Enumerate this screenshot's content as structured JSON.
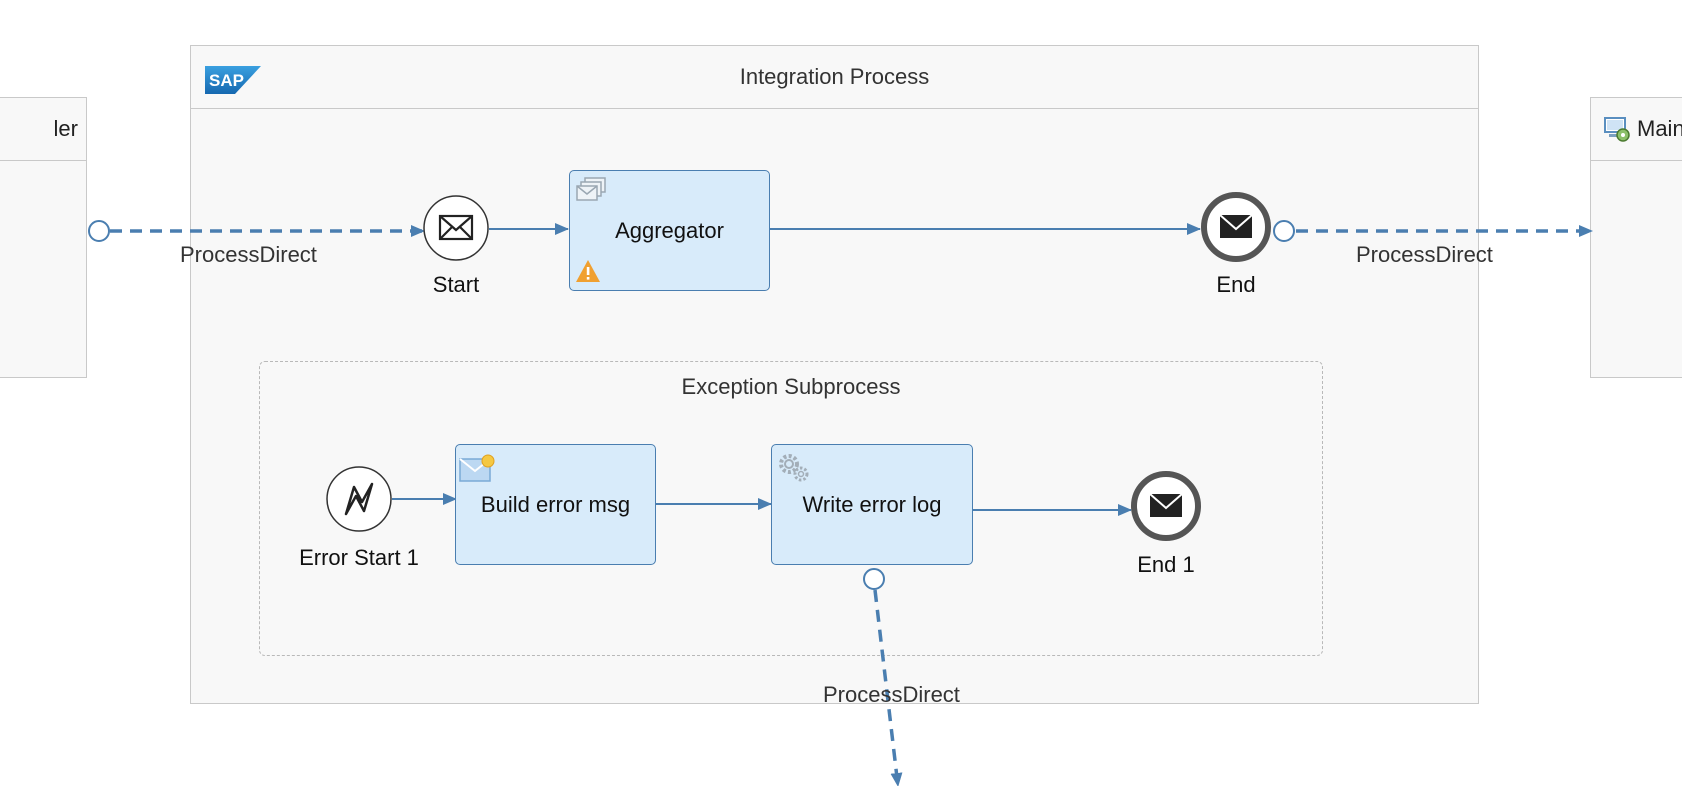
{
  "pool": {
    "title": "Integration Process"
  },
  "sender": {
    "name_partial": "ler"
  },
  "receiver": {
    "name_partial": "Main"
  },
  "subprocess": {
    "title": "Exception Subprocess"
  },
  "events": {
    "start": "Start",
    "end": "End",
    "error_start": "Error Start 1",
    "end1": "End 1"
  },
  "tasks": {
    "aggregator": "Aggregator",
    "build_error": "Build error msg",
    "write_log": "Write error log"
  },
  "flows": {
    "in": "ProcessDirect",
    "out": "ProcessDirect",
    "down": "ProcessDirect"
  },
  "colors": {
    "flow": "#4a7eb0",
    "task_fill": "#d8ebfa",
    "warning": "#f0a030"
  },
  "icons": [
    "sap-logo-icon",
    "envelope-icon",
    "warning-icon",
    "aggregator-icon",
    "content-modifier-icon",
    "gear-icon",
    "lightning-icon",
    "participant-icon"
  ]
}
